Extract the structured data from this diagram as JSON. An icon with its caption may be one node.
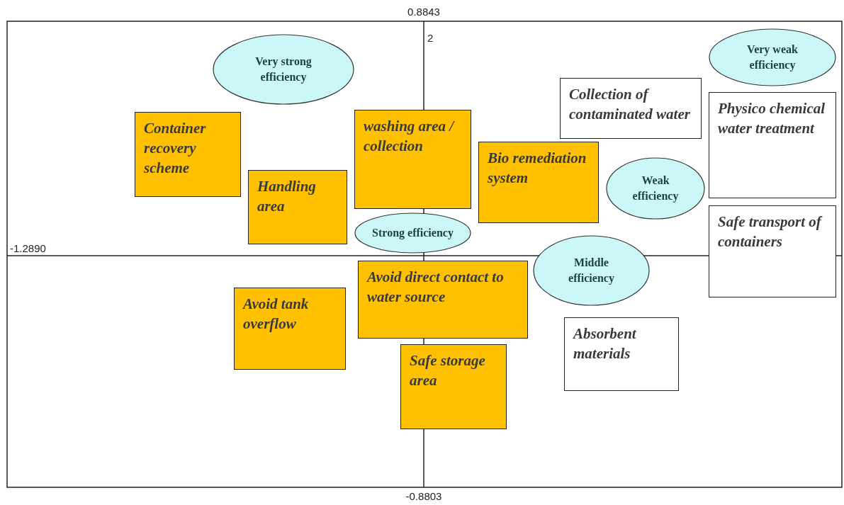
{
  "diagram": {
    "nodes": [
      {
        "text": [
          "Very strong efficiency"
        ]
      },
      {
        "text": [
          "Container recovery scheme"
        ]
      },
      {
        "text": [
          "washing area / collection"
        ]
      },
      {
        "text": [
          "Handling area"
        ]
      },
      {
        "text": [
          "Bio remediation system"
        ]
      },
      {
        "text": [
          "Very weak efficiency"
        ]
      },
      {
        "text": [
          "Collection of contaminated water"
        ]
      },
      {
        "text": [
          "Physico chemical water treatment"
        ]
      },
      {
        "text": [
          "Weak efficiency"
        ]
      },
      {
        "text": [
          "Strong efficiency"
        ]
      },
      {
        "text": [
          "Safe transport of containers"
        ]
      },
      {
        "text": [
          "Middle efficiency"
        ]
      },
      {
        "text": [
          "Avoid direct contact to water source"
        ]
      },
      {
        "text": [
          "Avoid tank overflow"
        ]
      },
      {
        "text": [
          "Absorbent materials"
        ]
      },
      {
        "text": [
          "Safe storage area"
        ]
      }
    ],
    "labels": [
      "0.8843",
      "2",
      "-1.2890",
      "-0.8803"
    ]
  }
}
